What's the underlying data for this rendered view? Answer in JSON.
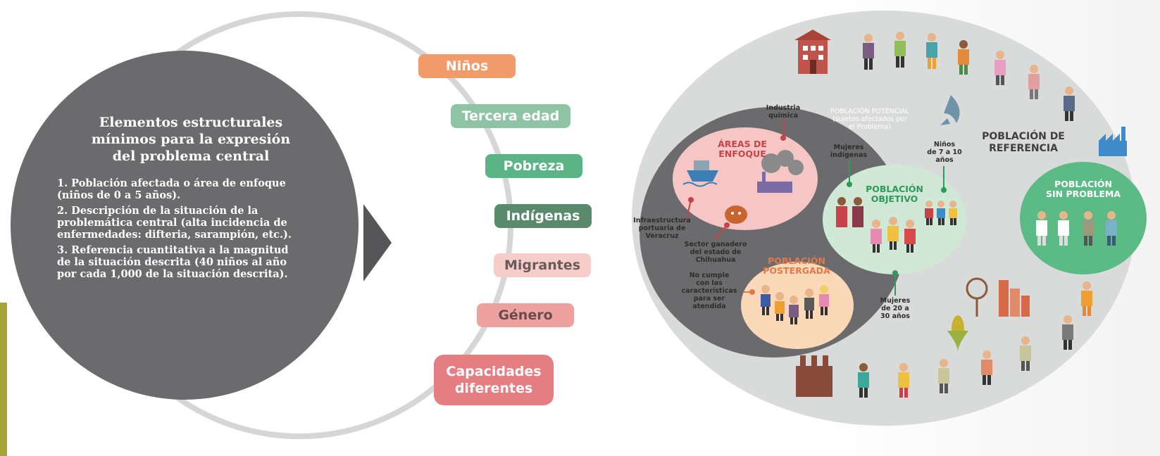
{
  "left_panel": {
    "title": "Elementos estructurales\nmínimos para la expresión\ndel problema central",
    "items": [
      "1. Población afectada o área de enfoque\n    (niños de 0 a 5 años).",
      "2. Descripción de la situación de la\n    problemática central (alta incidencia de\n    enfermedades: difteria, sarampión, etc.).",
      "3. Referencia cuantitativa a la magnitud\n    de la situación descrita (40 niños al año\n    por cada 1,000 de la situación descrita)."
    ]
  },
  "categories": [
    {
      "label": "Niños",
      "color": "#f19a6a"
    },
    {
      "label": "Tercera edad",
      "color": "#8ec4a4"
    },
    {
      "label": "Pobreza",
      "color": "#5bb486"
    },
    {
      "label": "Indígenas",
      "color": "#5a8a6c"
    },
    {
      "label": "Migrantes",
      "color": "#f6cdc8"
    },
    {
      "label": "Género",
      "color": "#eea2a0"
    },
    {
      "label": "Capacidades\ndiferentes",
      "color": "#e57e82"
    }
  ],
  "right_diagram": {
    "referencia": "POBLACIÓN DE\nREFERENCIA",
    "sin_problema": "POBLACIÓN\nSIN PROBLEMA",
    "potencial": "POBLACIÓN POTENCIAL\n(sujetos afectados por\nel Problema)",
    "areas_enfoque": "ÁREAS DE\nENFOQUE",
    "objetivo": "POBLACIÓN\nOBJETIVO",
    "postergada": "POBLACIÓN\nPOSTERGADA",
    "annotations": {
      "industria": "Industria\nquímica",
      "infraestructura": "Infraestructura\nportuaria de\nVeracruz",
      "ganadero": "Sector ganadero\ndel estado de\nChihuahua",
      "mujeres_indigenas": "Mujeres\nindígenas",
      "ninos_7_10": "Niños\nde 7 a 10\naños",
      "mujeres_20_30": "Mujeres\nde 20 a\n30 años",
      "no_cumple": "No cumple\ncon las\ncaracterísticas\npara ser\natendida"
    },
    "colors": {
      "outer": "#d9dada",
      "inner": "#6b6b6d",
      "enfoque": "#f5c6c4",
      "objetivo": "#cfe9d6",
      "postergada": "#fbd8b8",
      "sin_problema": "#5cba84"
    }
  }
}
